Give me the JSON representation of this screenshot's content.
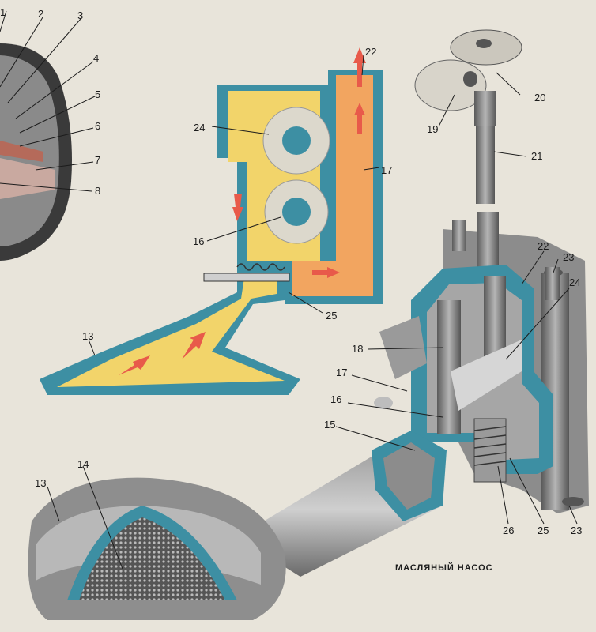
{
  "caption": "МАСЛЯНЫЙ НАСОС",
  "colors": {
    "background": "#e8e4da",
    "housing": "#3d8fa3",
    "oil_yellow": "#f2d46a",
    "oil_orange": "#f2a560",
    "gear": "#dcd8cc",
    "arrow": "#e85a4a",
    "metal": "#8c8c8c"
  },
  "labels": {
    "n1": "1",
    "n2": "2",
    "n3": "3",
    "n4": "4",
    "n5": "5",
    "n6": "6",
    "n7": "7",
    "n8": "8",
    "n22a": "22",
    "n24a": "24",
    "n17a": "17",
    "n16a": "16",
    "n25a": "25",
    "n13a": "13",
    "n20": "20",
    "n19": "19",
    "n21": "21",
    "n22b": "22",
    "n23a": "23",
    "n24b": "24",
    "n18": "18",
    "n17b": "17",
    "n16b": "16",
    "n15": "15",
    "n13b": "13",
    "n14": "14",
    "n26": "26",
    "n25b": "25",
    "n23b": "23"
  }
}
